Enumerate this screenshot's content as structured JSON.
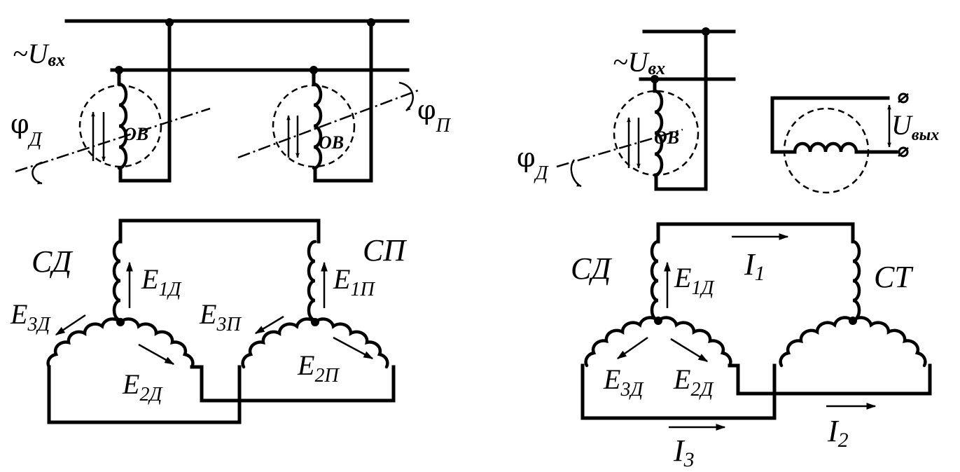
{
  "left_scheme": {
    "supply": {
      "tilde": "~",
      "main": "U",
      "sub": "вх"
    },
    "rotor_left_angle": {
      "main": "φ",
      "sub": "Д"
    },
    "rotor_right_angle": {
      "main": "φ",
      "sub": "П"
    },
    "field_winding_left": "ОВ",
    "field_winding_right": "ОВ",
    "synchro_transmitter": "СД",
    "synchro_receiver": "СП",
    "emf_1_transmitter": {
      "main": "E",
      "sub": "1Д"
    },
    "emf_2_transmitter": {
      "main": "E",
      "sub": "2Д"
    },
    "emf_3_transmitter": {
      "main": "E",
      "sub": "3Д"
    },
    "emf_1_receiver": {
      "main": "E",
      "sub": "1П"
    },
    "emf_2_receiver": {
      "main": "E",
      "sub": "2П"
    },
    "emf_3_receiver": {
      "main": "E",
      "sub": "3П"
    }
  },
  "right_scheme": {
    "supply": {
      "tilde": "~",
      "main": "U",
      "sub": "вх"
    },
    "rotor_angle": {
      "main": "φ",
      "sub": "Д"
    },
    "field_winding": "ОВ",
    "output": {
      "main": "U",
      "sub": "вых"
    },
    "synchro_transmitter": "СД",
    "synchro_transformer": "СТ",
    "emf_1_transmitter": {
      "main": "E",
      "sub": "1Д"
    },
    "emf_2_transmitter": {
      "main": "E",
      "sub": "2Д"
    },
    "emf_3_transmitter": {
      "main": "E",
      "sub": "3Д"
    },
    "current_1": {
      "main": "I",
      "sub": "1"
    },
    "current_2": {
      "main": "I",
      "sub": "2"
    },
    "current_3": {
      "main": "I",
      "sub": "3"
    }
  }
}
